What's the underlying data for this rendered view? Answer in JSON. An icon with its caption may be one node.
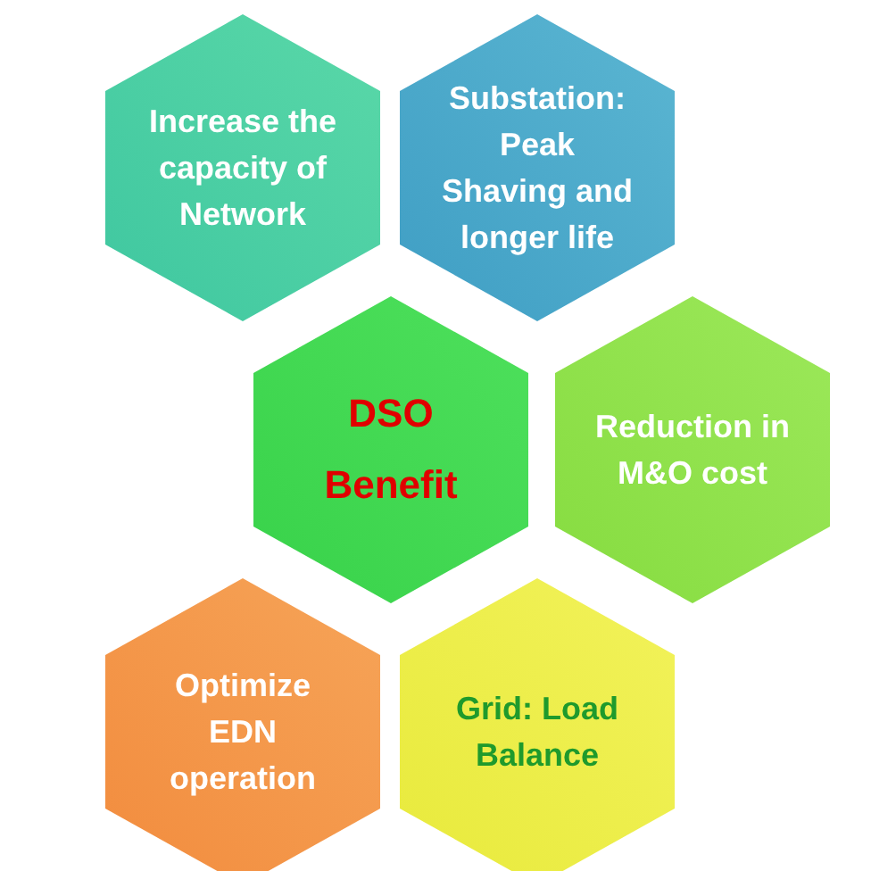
{
  "diagram": {
    "nodes": [
      {
        "text": [
          "Increase the capacity of Network"
        ]
      },
      {
        "text": [
          "Substation: Peak Shaving and longer life"
        ]
      },
      {
        "text": [
          "DSO",
          "Benefit"
        ]
      },
      {
        "text": [
          "Reduction in M&O cost"
        ]
      },
      {
        "text": [
          "Optimize EDN operation"
        ]
      },
      {
        "text": [
          "Grid: Load Balance"
        ]
      }
    ]
  }
}
